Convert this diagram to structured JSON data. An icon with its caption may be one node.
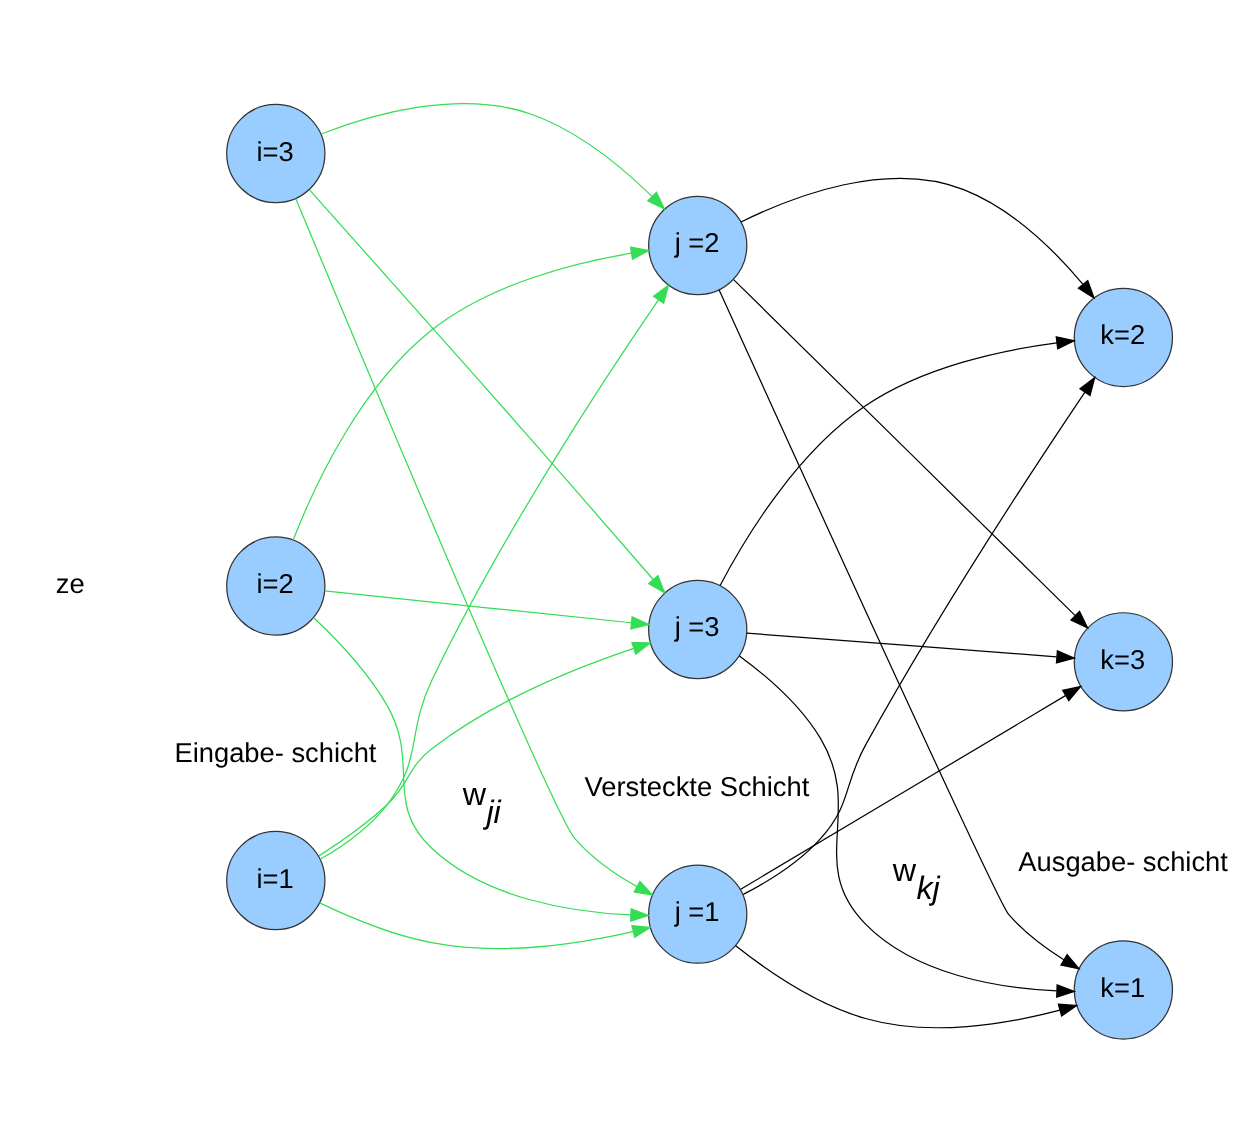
{
  "diagram": {
    "nodes": [
      {
        "text": [
          "i=1"
        ]
      },
      {
        "text": [
          "i=2"
        ]
      },
      {
        "text": [
          "i=3"
        ]
      },
      {
        "text": [
          "j =1"
        ]
      },
      {
        "text": [
          "j =2"
        ]
      },
      {
        "text": [
          "j =3"
        ]
      },
      {
        "text": [
          "k=1"
        ]
      },
      {
        "text": [
          "k=2"
        ]
      },
      {
        "text": [
          "k=3"
        ]
      }
    ],
    "edges": [
      {
        "from": 0,
        "to": 3,
        "arrow": "to",
        "color": "#33dd55"
      },
      {
        "from": 0,
        "to": 4,
        "arrow": "to",
        "color": "#33dd55"
      },
      {
        "from": 0,
        "to": 5,
        "arrow": "to",
        "color": "#33dd55"
      },
      {
        "from": 1,
        "to": 3,
        "arrow": "to",
        "color": "#33dd55"
      },
      {
        "from": 1,
        "to": 4,
        "arrow": "to",
        "color": "#33dd55"
      },
      {
        "from": 1,
        "to": 5,
        "arrow": "to",
        "color": "#33dd55"
      },
      {
        "from": 2,
        "to": 3,
        "arrow": "to",
        "color": "#33dd55"
      },
      {
        "from": 2,
        "to": 4,
        "arrow": "to",
        "color": "#33dd55"
      },
      {
        "from": 2,
        "to": 5,
        "arrow": "to",
        "color": "#33dd55"
      },
      {
        "from": 3,
        "to": 6,
        "arrow": "to",
        "color": "#000000"
      },
      {
        "from": 3,
        "to": 7,
        "arrow": "to",
        "color": "#000000"
      },
      {
        "from": 3,
        "to": 8,
        "arrow": "to",
        "color": "#000000"
      },
      {
        "from": 4,
        "to": 6,
        "arrow": "to",
        "color": "#000000"
      },
      {
        "from": 4,
        "to": 7,
        "arrow": "to",
        "color": "#000000"
      },
      {
        "from": 4,
        "to": 8,
        "arrow": "to",
        "color": "#000000"
      },
      {
        "from": 5,
        "to": 6,
        "arrow": "to",
        "color": "#000000"
      },
      {
        "from": 5,
        "to": 7,
        "arrow": "to",
        "color": "#000000"
      },
      {
        "from": 5,
        "to": 8,
        "arrow": "to",
        "color": "#000000"
      }
    ],
    "labels": [
      "Eingabe- schicht",
      "Versteckte Schicht",
      "Ausgabe- schicht",
      "w$_{ji}$",
      "w$_{kj}$",
      "ze"
    ]
  }
}
